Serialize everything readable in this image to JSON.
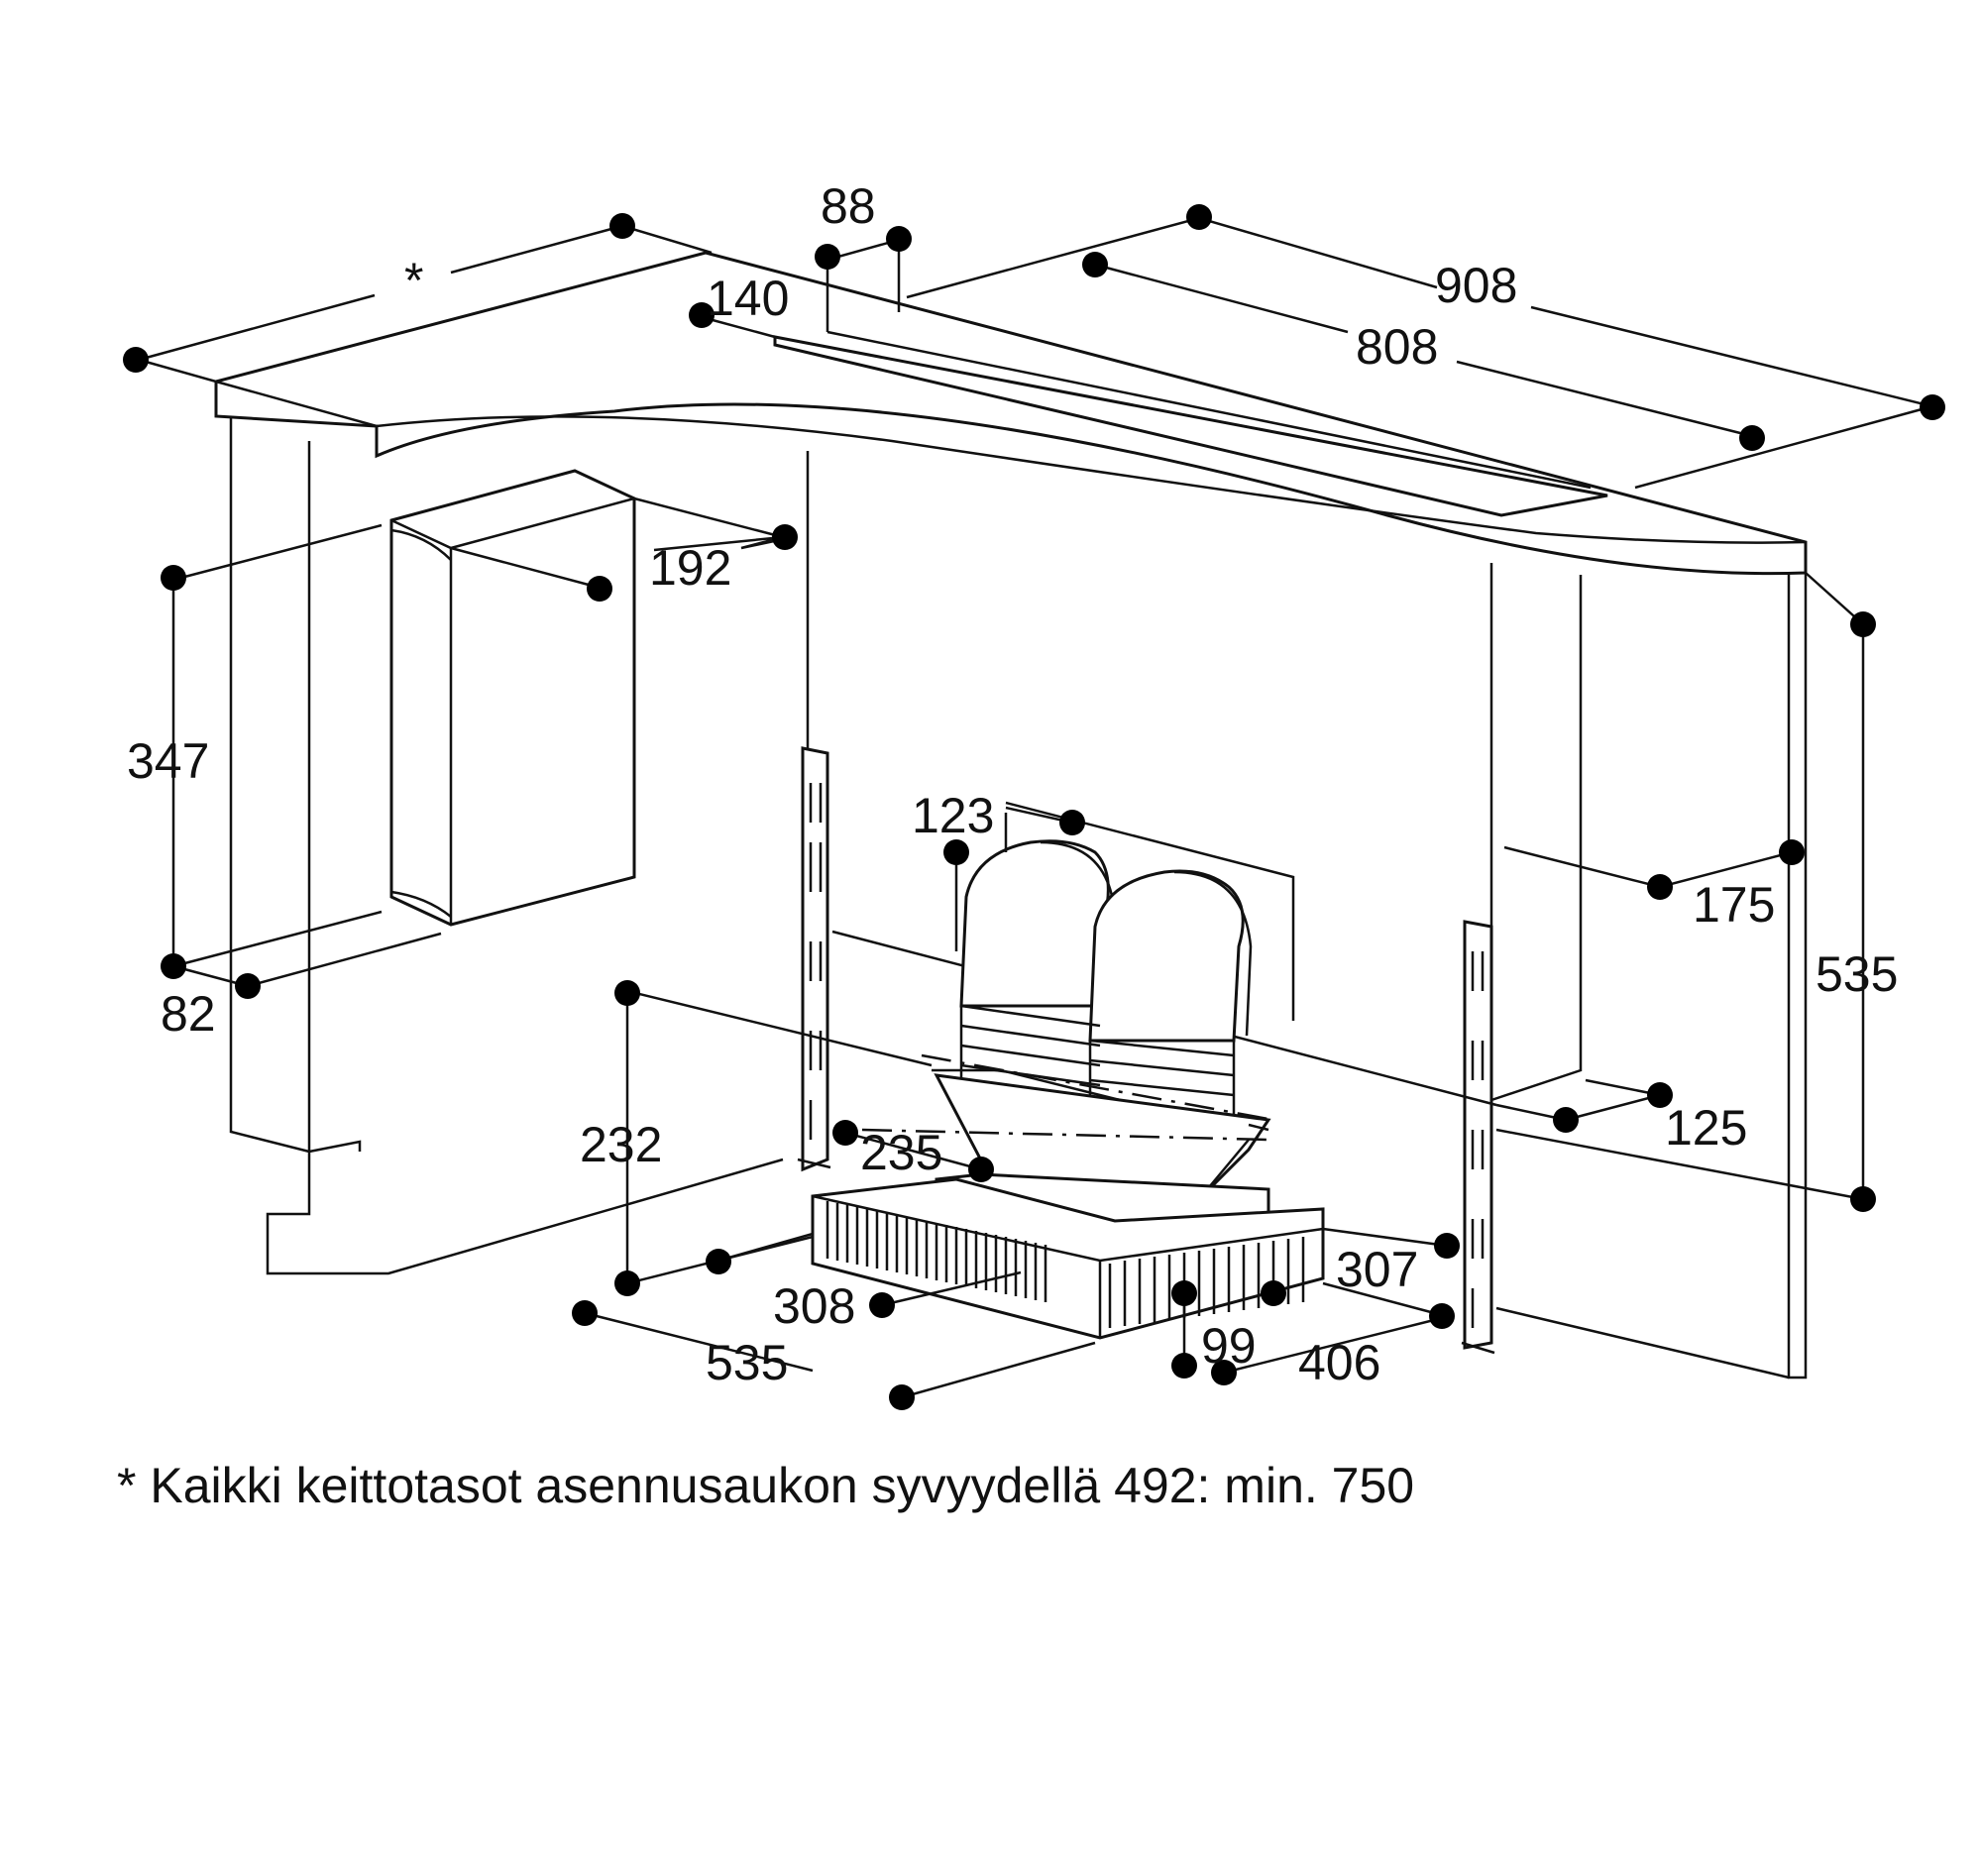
{
  "dimensions": {
    "star": "*",
    "d88": "88",
    "d140": "140",
    "d908": "908",
    "d808": "808",
    "d192": "192",
    "d347": "347",
    "d82": "82",
    "d123": "123",
    "d175": "175",
    "d535_right": "535",
    "d232": "232",
    "d235": "235",
    "d125": "125",
    "d307": "307",
    "d308": "308",
    "d99": "99",
    "d535_bottom": "535",
    "d406": "406"
  },
  "footnote": "* Kaikki keittotasot asennusaukon syvyydellä 492: min. 750"
}
